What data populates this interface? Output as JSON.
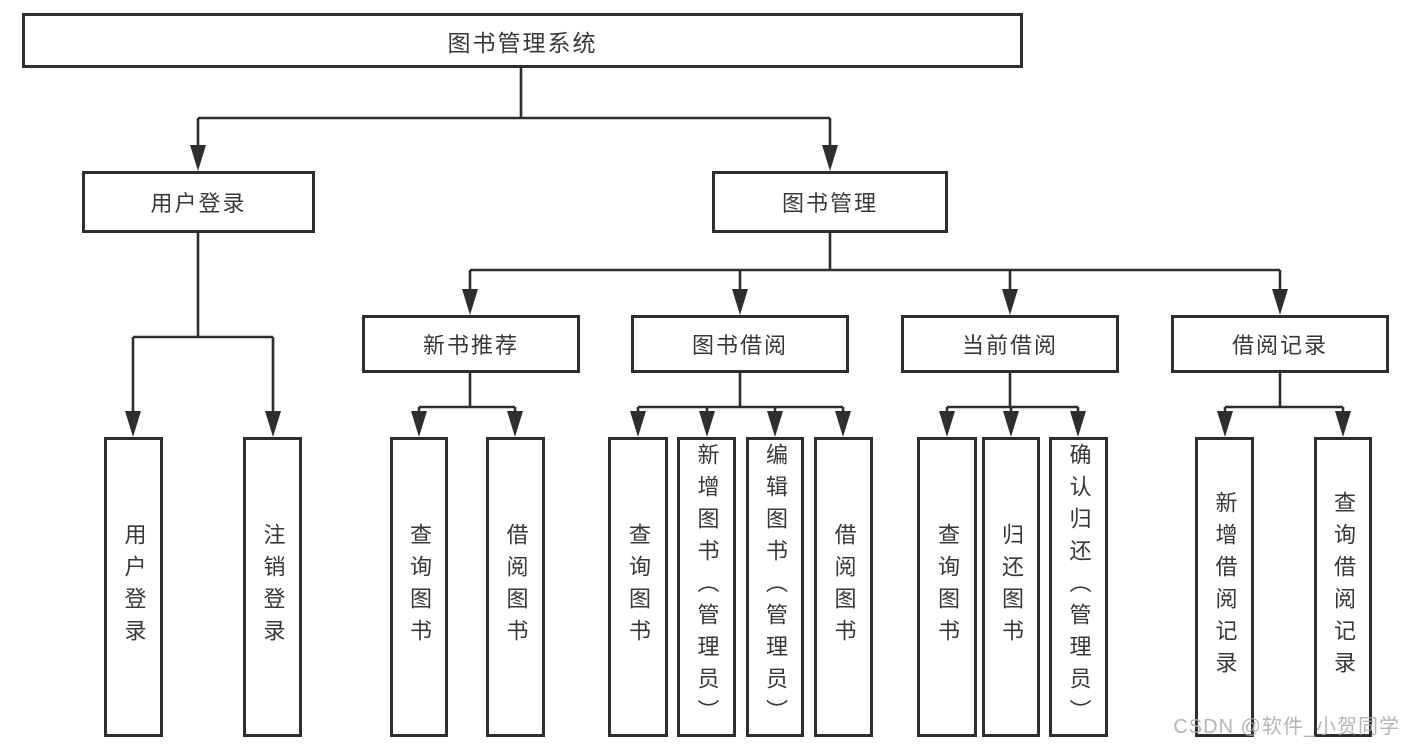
{
  "diagram": {
    "title": "图书管理系统",
    "watermark": "CSDN @软件_小贺同学",
    "colors": {
      "line": "#2e2e2e",
      "box_border": "#2e2e2e",
      "text": "#383838",
      "background": "#ffffff",
      "watermark": "#adadad"
    },
    "tree": {
      "root": "图书管理系统",
      "branches": [
        {
          "label": "用户登录",
          "children": [
            "用户登录",
            "注销登录"
          ]
        },
        {
          "label": "图书管理",
          "children": [
            {
              "label": "新书推荐",
              "children": [
                "查询图书",
                "借阅图书"
              ]
            },
            {
              "label": "图书借阅",
              "children": [
                "查询图书",
                "新增图书（管理员）",
                "编辑图书（管理员）",
                "借阅图书"
              ]
            },
            {
              "label": "当前借阅",
              "children": [
                "查询图书",
                "归还图书",
                "确认归还（管理员）"
              ]
            },
            {
              "label": "借阅记录",
              "children": [
                "新增借阅记录",
                "查询借阅记录"
              ]
            }
          ]
        }
      ]
    }
  }
}
